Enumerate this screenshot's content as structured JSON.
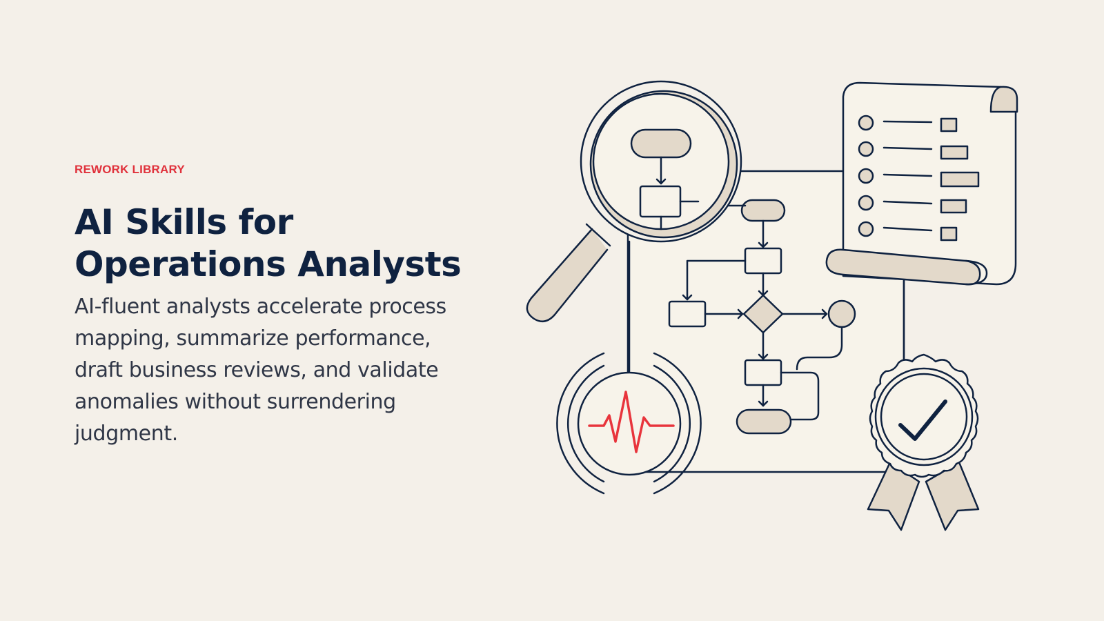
{
  "hero": {
    "eyebrow": "REWORK LIBRARY",
    "title_line1": "AI Skills for",
    "title_line2": "Operations Analysts",
    "description": "AI-fluent analysts accelerate process mapping, summarize performance, draft business reviews, and validate anomalies without surrendering judgment."
  },
  "illustration": {
    "icons": [
      "magnifier-icon",
      "flowchart-icon",
      "checklist-scroll-icon",
      "heartbeat-pulse-icon",
      "award-badge-icon",
      "checkmark-icon"
    ],
    "colors": {
      "background": "#f4f0e9",
      "ink": "#0f2240",
      "fill_beige": "#e3d9ca",
      "paper": "#f7f3ea",
      "accent_red": "#e8343c"
    }
  }
}
